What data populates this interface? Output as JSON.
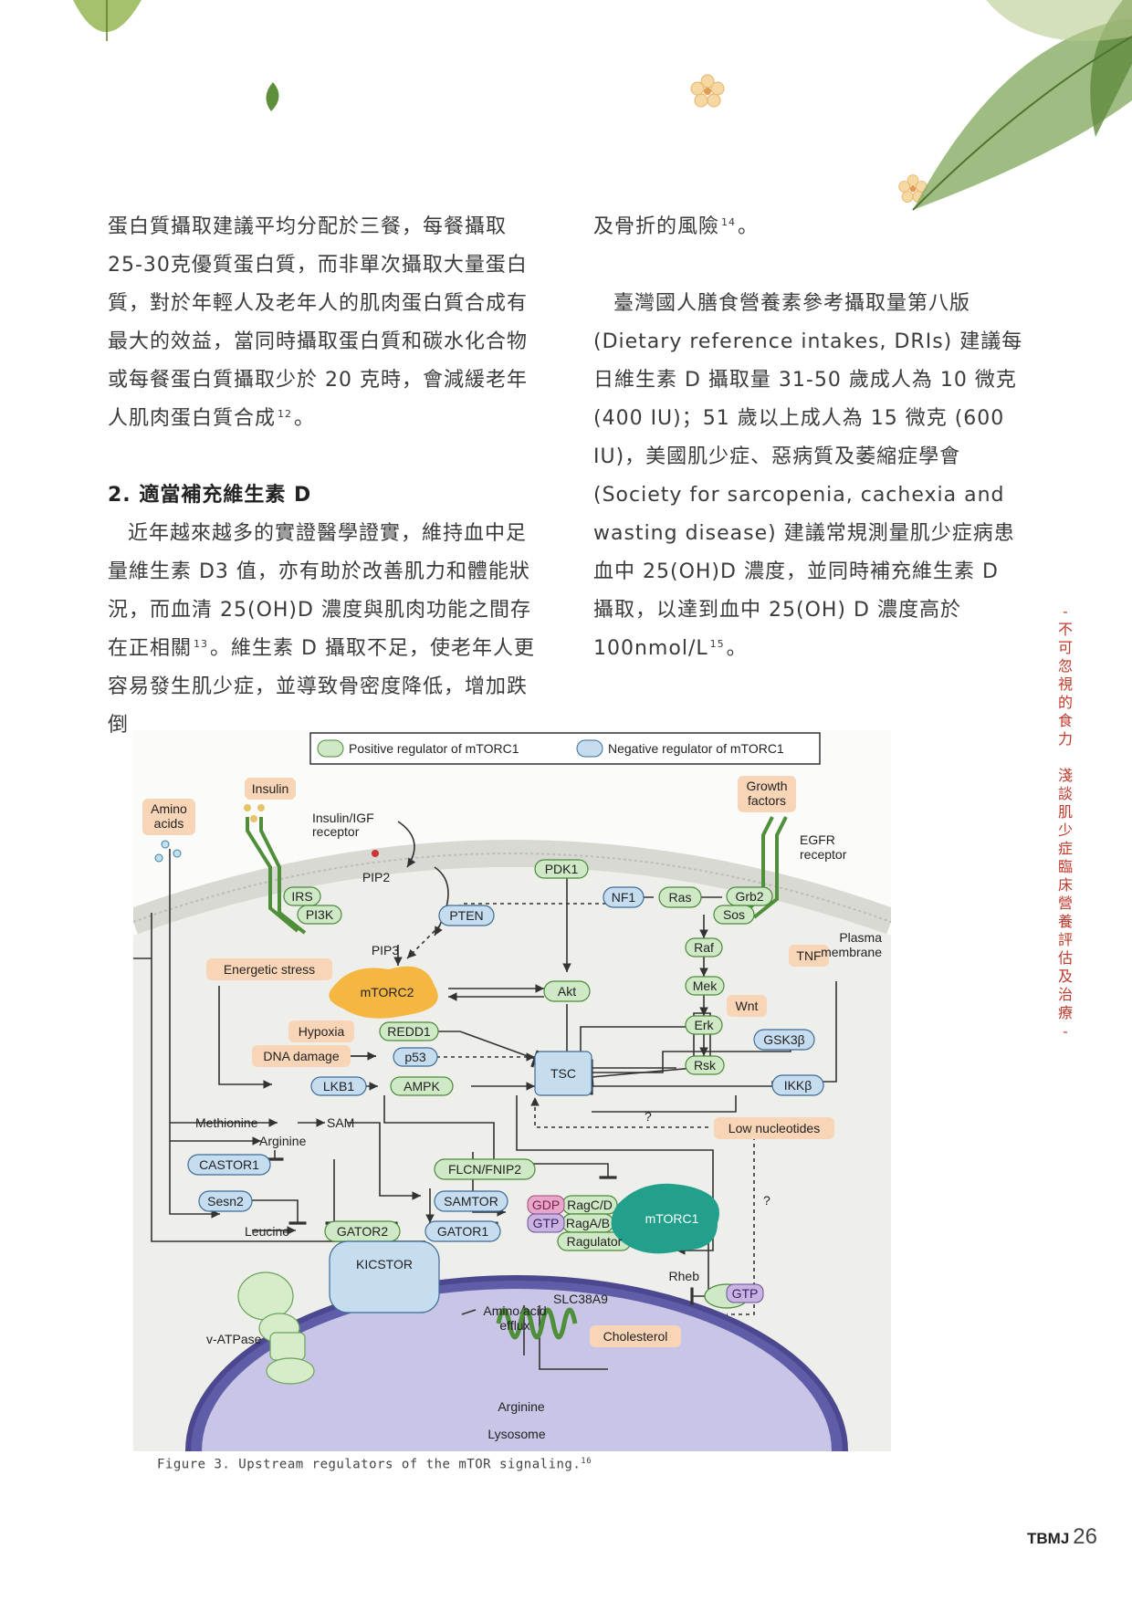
{
  "left_column": {
    "p1": "蛋白質攝取建議平均分配於三餐，每餐攝取25-30克優質蛋白質，而非單次攝取大量蛋白質，對於年輕人及老年人的肌肉蛋白質合成有最大的效益，當同時攝取蛋白質和碳水化合物或每餐蛋白質攝取少於 20 克時，會減緩老年人肌肉蛋白質合成",
    "p1_ref": "12",
    "p1_end": "。",
    "heading": "2. 適當補充維生素 D",
    "p2_a": "近年越來越多的實證醫學證實，維持血中足量維生素 D3 值，亦有助於改善肌力和體能狀況，而血清 25(OH)D 濃度與肌肉功能之間存在正相關",
    "p2_ref": "13",
    "p2_b": "。維生素 D 攝取不足，使老年人更容易發生肌少症，並導致骨密度降低，增加跌倒"
  },
  "right_column": {
    "p1": "及骨折的風險",
    "p1_ref": "14",
    "p1_end": "。",
    "p2": "臺灣國人膳食營養素參考攝取量第八版(Dietary reference intakes, DRIs) 建議每日維生素 D 攝取量 31-50 歲成人為 10 微克 (400 IU)；51 歲以上成人為 15 微克 (600 IU)，美國肌少症、惡病質及萎縮症學會 (Society for sarcopenia, cachexia and wasting disease) 建議常規測量肌少症病患血中 25(OH)D 濃度，並同時補充維生素 D 攝取，以達到血中 25(OH) D 濃度高於 100nmol/L",
    "p2_ref": "15",
    "p2_end": "。"
  },
  "side_title": [
    "-",
    "不",
    "可",
    "忽",
    "視",
    "的",
    "食",
    "力",
    " ",
    "淺",
    "談",
    "肌",
    "少",
    "症",
    "臨",
    "床",
    "營",
    "養",
    "評",
    "估",
    "及",
    "治",
    "療",
    "-"
  ],
  "figure": {
    "legend_positive": "Positive regulator of mTORC1",
    "legend_negative": "Negative regulator of mTORC1",
    "labels": {
      "amino_acids_1": "Amino",
      "amino_acids_2": "acids",
      "insulin": "Insulin",
      "receptor_1": "Insulin/IGF",
      "receptor_2": "receptor",
      "growth_1": "Growth",
      "growth_2": "factors",
      "egfr_1": "EGFR",
      "egfr_2": "receptor",
      "pip2": "PIP2",
      "pip3": "PIP3",
      "irs": "IRS",
      "pi3k": "PI3K",
      "pten": "PTEN",
      "pdk1": "PDK1",
      "nf1": "NF1",
      "ras": "Ras",
      "grb2": "Grb2",
      "sos": "Sos",
      "plasma_1": "Plasma",
      "plasma_2": "membrane",
      "raf": "Raf",
      "mek": "Mek",
      "erk": "Erk",
      "rsk": "Rsk",
      "energetic": "Energetic stress",
      "mtorc2": "mTORC2",
      "akt": "Akt",
      "tnf": "TNF",
      "wnt": "Wnt",
      "gsk": "GSK3β",
      "ikk": "IKKβ",
      "hypoxia": "Hypoxia",
      "redd1": "REDD1",
      "dna": "DNA damage",
      "p53": "p53",
      "lkb1": "LKB1",
      "ampk": "AMPK",
      "tsc": "TSC",
      "methionine": "Methionine",
      "sam": "SAM",
      "q1": "?",
      "q2": "?",
      "low_nuc": "Low nucleotides",
      "arginine_1": "Arginine",
      "flcn": "FLCN/FNIP2",
      "castor1": "CASTOR1",
      "samtor": "SAMTOR",
      "sesn2": "Sesn2",
      "leucine": "Leucine",
      "gator2": "GATOR2",
      "gator1": "GATOR1",
      "gdp": "GDP",
      "gtp": "GTP",
      "ragcd": "RagC/D",
      "ragab": "RagA/B",
      "ragulator": "Ragulator",
      "mtorc1": "mTORC1",
      "kicstor": "KICSTOR",
      "rheb": "Rheb",
      "gtp2": "GTP",
      "slc": "SLC38A9",
      "aa_efflux_1": "Amino acid",
      "aa_efflux_2": "efflux",
      "cholesterol": "Cholesterol",
      "vatpase": "v-ATPase",
      "arginine_2": "Arginine",
      "lysosome": "Lysosome"
    },
    "caption": "Figure 3. Upstream regulators of the mTOR signaling.",
    "caption_ref": "16"
  },
  "footer": {
    "journal": "TBMJ",
    "page": "26"
  },
  "colors": {
    "positive": "#cfe8c6",
    "negative": "#c6dcef",
    "input": "#f9d5b8",
    "mtorc1": "#23a08b",
    "mtorc2": "#f5b642",
    "lysosome": "#6a66b3",
    "side_title": "#c0392b"
  }
}
